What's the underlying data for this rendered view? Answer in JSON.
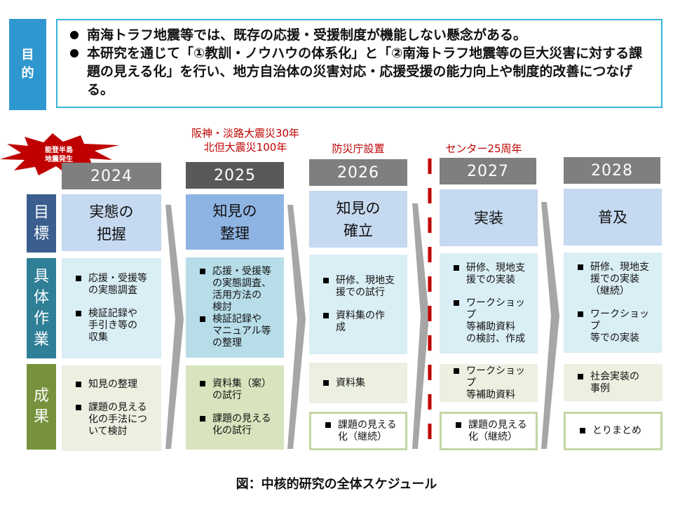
{
  "purpose": {
    "label": [
      "目",
      "的"
    ],
    "bullets": [
      "南海トラフ地震等では、既存の応援・受援制度が機能しない懸念がある。",
      "本研究を通じて「①教訓・ノウハウの体系化」と「②南海トラフ地震等の巨大災害に対する課題の見える化」を行い、地方自治体の災害対応・応援受援の能力向上や制度的改善につなげる。"
    ]
  },
  "burst": {
    "text": "能登半島\n地震発生"
  },
  "events": [
    "阪神・淡路大震災30年\n北但大震災100年",
    "防災庁設置",
    "センター25周年"
  ],
  "row_labels": {
    "goal": "目\n標",
    "work": "具\n体\n作\n業",
    "result": "成\n果"
  },
  "years": [
    {
      "year": "2024",
      "goal": "実態の\n把握",
      "work": [
        "応援・受援等\nの実態調査",
        "検証記録や\n手引き等の\n収集"
      ],
      "result": [
        "知見の整理",
        "課題の見える\n化の手法につ\nいて検討"
      ]
    },
    {
      "year": "2025",
      "goal": "知見の\n整理",
      "work": [
        "応援・受援等\nの実態調査、\n活用方法の\n検討",
        "検証記録や\nマニュアル等\nの整理"
      ],
      "result": [
        "資料集（案）\nの試行",
        "課題の見える\n化の試行"
      ]
    },
    {
      "year": "2026",
      "goal": "知見の\n確立",
      "work": [
        "研修、現地支\n援での試行",
        "資料集の作\n成"
      ],
      "result": [
        "資料集"
      ],
      "result2": "課題の見える\n化（継続）"
    },
    {
      "year": "2027",
      "goal": "実装",
      "work": [
        "研修、現地支\n援での実装",
        "ワークショップ\n等補助資料\nの検討、作成"
      ],
      "result": [
        "ワークショップ\n等補助資料"
      ],
      "result2": "課題の見える\n化（継続）"
    },
    {
      "year": "2028",
      "goal": "普及",
      "work": [
        "研修、現地支\n援での実装\n（継続）",
        "ワークショップ\n等での実装"
      ],
      "result": [
        "社会実装の\n事例"
      ],
      "result2": "とりまとめ"
    }
  ],
  "caption": "図：中核的研究の全体スケジュール",
  "colors": {
    "purpose": "#2f97cf",
    "goal_label": "#3a5f8f",
    "work_label": "#2f7f97",
    "result_label": "#76923c",
    "event": "#c00000"
  }
}
